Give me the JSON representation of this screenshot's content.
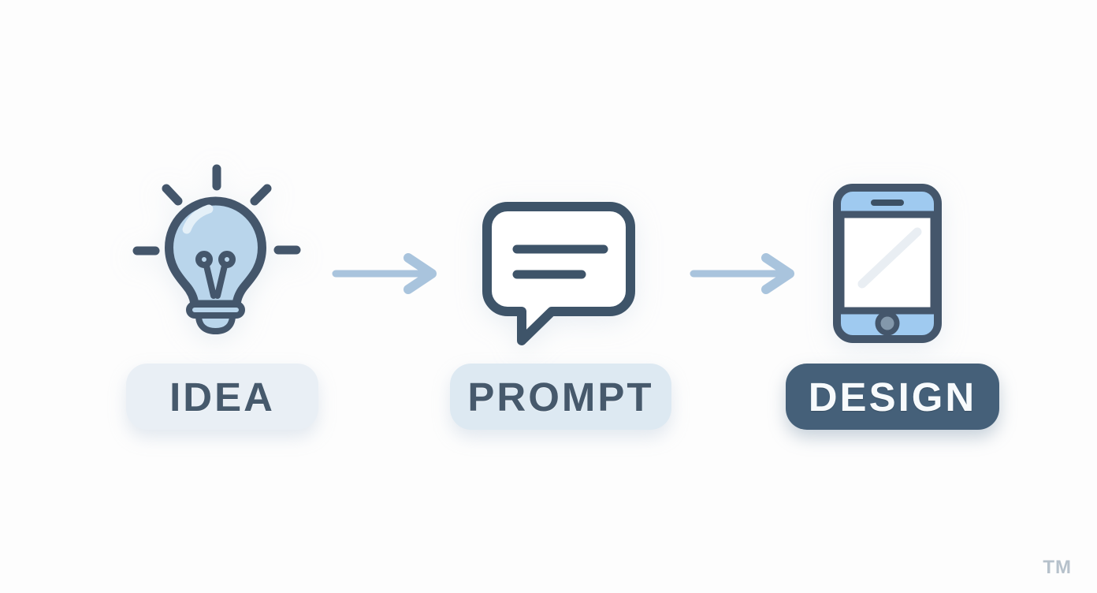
{
  "page": {
    "background": "#fdfdfd",
    "watermark": "TM"
  },
  "palette": {
    "outline_dark": "#44566b",
    "bulb_fill_blue": "#b9d5eb",
    "bulb_highlight": "#e4f0f8",
    "phone_blue": "#9fcaf0",
    "phone_home_inner": "#8398ab",
    "screen_reflection": "#e9eef3",
    "arrow_blue": "#a9c4dd",
    "pill_light_1": "#e9eff5",
    "pill_light_2": "#dde9f2",
    "pill_dark": "#456079",
    "label_dark_text": "#46596c",
    "label_light_text": "#f7fafc",
    "watermark_gray": "#b6c1cb"
  },
  "flow": {
    "steps": [
      {
        "label": "IDEA",
        "icon": "lightbulb",
        "style": "light"
      },
      {
        "label": "PROMPT",
        "icon": "speech-bubble",
        "style": "light"
      },
      {
        "label": "DESIGN",
        "icon": "smartphone",
        "style": "dark"
      }
    ],
    "connectors": [
      {
        "type": "arrow-right"
      },
      {
        "type": "arrow-right"
      }
    ]
  }
}
